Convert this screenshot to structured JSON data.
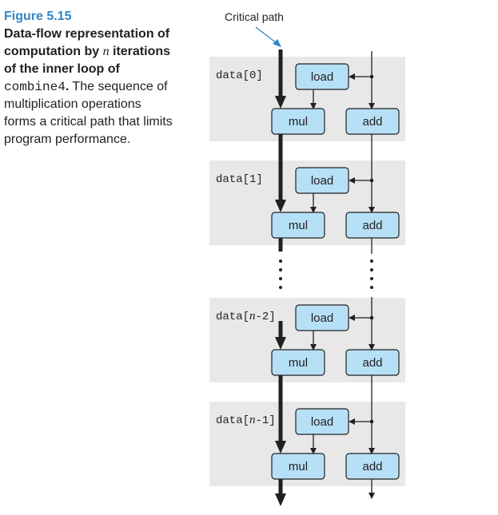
{
  "caption": {
    "figure_label": "Figure 5.15",
    "title_part1": "Data-flow representation of computation by ",
    "title_var": "n",
    "title_part2": " iterations of the inner loop of ",
    "code": "combine4",
    "title_end": ".",
    "body": " The sequence of multiplication operations forms a critical path that limits program performance."
  },
  "diagram": {
    "critical_path_label": "Critical path",
    "iterations": [
      {
        "data_prefix": "data[",
        "data_index": "0",
        "data_index_italic": false,
        "data_suffix": "]",
        "load": "load",
        "mul": "mul",
        "add": "add"
      },
      {
        "data_prefix": "data[",
        "data_index": "1",
        "data_index_italic": false,
        "data_suffix": "]",
        "load": "load",
        "mul": "mul",
        "add": "add"
      },
      {
        "data_prefix": "data[",
        "data_index": "n",
        "data_index_rest": "-2",
        "data_index_italic": true,
        "data_suffix": "]",
        "load": "load",
        "mul": "mul",
        "add": "add"
      },
      {
        "data_prefix": "data[",
        "data_index": "n",
        "data_index_rest": "-1",
        "data_index_italic": true,
        "data_suffix": "]",
        "load": "load",
        "mul": "mul",
        "add": "add"
      }
    ],
    "colors": {
      "op_box": "#b6e0f5",
      "panel": "#e8e8e8",
      "figure_label": "#2f86c6",
      "critical_arrow": "#2f86c6"
    }
  }
}
